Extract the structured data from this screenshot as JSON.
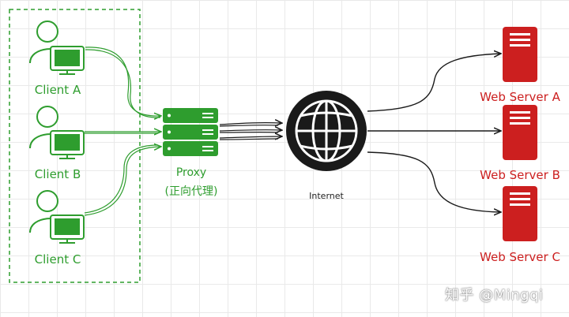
{
  "clients": [
    {
      "label": "Client A"
    },
    {
      "label": "Client B"
    },
    {
      "label": "Client C"
    }
  ],
  "proxy": {
    "label": "Proxy",
    "sublabel": "(正向代理)"
  },
  "internet": {
    "label": "Internet",
    "icon": "globe-icon"
  },
  "servers": [
    {
      "label": "Web Server A"
    },
    {
      "label": "Web Server B"
    },
    {
      "label": "Web Server C"
    }
  ],
  "watermark": "知乎 @Mingqi",
  "colors": {
    "client": "#2e9d2e",
    "proxy": "#2e9d2e",
    "server": "#cc1f1f",
    "internet": "#1a1a1a",
    "arrow": "#1a1a1a"
  }
}
